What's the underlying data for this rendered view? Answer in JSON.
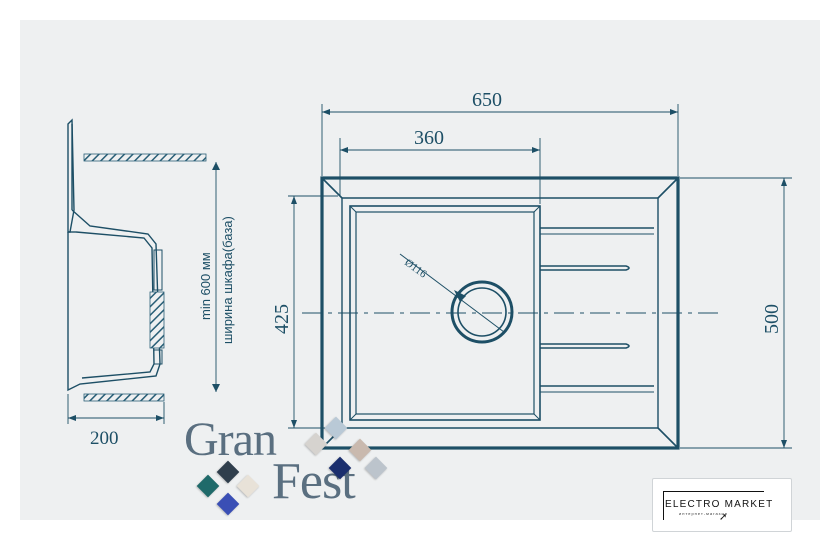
{
  "dimensions": {
    "total_width": "650",
    "bowl_width": "360",
    "bowl_depth": "425",
    "total_depth": "500",
    "drain_diameter": "Ø116",
    "side_depth": "200"
  },
  "side_view": {
    "cabinet_note_line1": "min 600 мм",
    "cabinet_note_line2": "ширина шкафа(база)"
  },
  "brand": {
    "word1": "Gran",
    "word2": "Fest",
    "tile_colors": [
      "#b9c9d6",
      "#d6d3cf",
      "#c9b9ae",
      "#2f3e4c",
      "#1f6a6a",
      "#e8e2d8",
      "#3a4fb5",
      "#1b2f6e",
      "#bcc4cc"
    ]
  },
  "store": {
    "name": "ELECTRO MARKET",
    "tagline": "интернет-магазин"
  },
  "colors": {
    "line": "#1d4f66",
    "hatch": "#2a5f77",
    "background": "#eef0f1"
  }
}
